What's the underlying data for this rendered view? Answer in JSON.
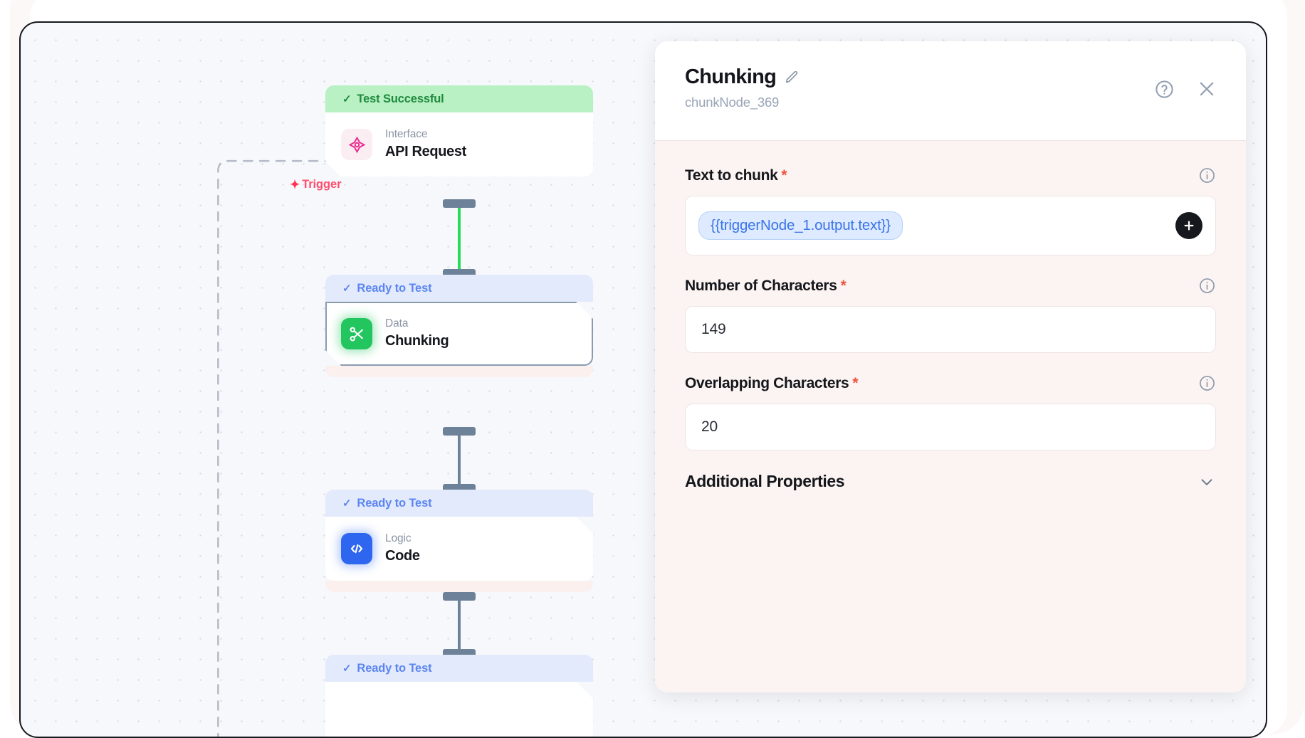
{
  "canvas": {
    "trigger": {
      "label": "Trigger",
      "icon": "spark-icon",
      "color": "#ff4d6d"
    },
    "nodes": [
      {
        "status": "Test Successful",
        "status_type": "success",
        "category": "Interface",
        "title": "API Request",
        "icon": "api-starburst-icon",
        "icon_color": "#ec2a8c"
      },
      {
        "status": "Ready to Test",
        "status_type": "ready",
        "category": "Data",
        "title": "Chunking",
        "icon": "scissors-icon",
        "icon_color": "#22c55e",
        "selected": true
      },
      {
        "status": "Ready to Test",
        "status_type": "ready",
        "category": "Logic",
        "title": "Code",
        "icon": "code-brackets-icon",
        "icon_color": "#2f66f0"
      },
      {
        "status": "Ready to Test",
        "status_type": "ready",
        "category": "",
        "title": "",
        "icon": ""
      }
    ]
  },
  "panel": {
    "title": "Chunking",
    "edit_icon": "pencil-icon",
    "subtitle": "chunkNode_369",
    "help_icon": "question-circle-icon",
    "close_icon": "close-icon",
    "fields": {
      "text_to_chunk": {
        "label": "Text to chunk",
        "required": "*",
        "token": "{{triggerNode_1.output.text}}",
        "info_icon": "info-icon",
        "add_icon": "plus-icon"
      },
      "number_of_characters": {
        "label": "Number of Characters",
        "required": "*",
        "value": "149",
        "info_icon": "info-icon"
      },
      "overlapping_characters": {
        "label": "Overlapping Characters",
        "required": "*",
        "value": "20",
        "info_icon": "info-icon"
      }
    },
    "additional_properties": {
      "label": "Additional Properties",
      "chevron_icon": "chevron-down-icon"
    }
  },
  "colors": {
    "accent_trigger": "#ff4d6d",
    "status_success_bg": "#b9f0c4",
    "status_success_fg": "#1f8b3d",
    "status_ready_bg": "#e3eafc",
    "status_ready_fg": "#5b86f0",
    "wire_active": "#22dd55",
    "wire_idle": "#6d8198",
    "panel_body_bg": "#fcf4f3",
    "token_fg": "#3b74e8",
    "required_mark": "#f1503c"
  }
}
